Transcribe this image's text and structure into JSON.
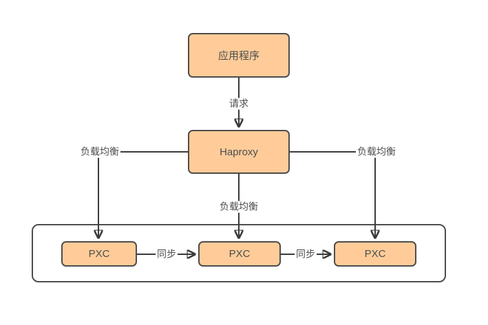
{
  "colors": {
    "node_fill": "#FFCC99",
    "node_border": "#4D4D4D",
    "line": "#3A3A3A",
    "label_text": "#4D4D4D",
    "background": "#FFFFFF"
  },
  "nodes": {
    "application": {
      "label": "应用程序"
    },
    "haproxy": {
      "label": "Haproxy"
    },
    "pxc_left": {
      "label": "PXC"
    },
    "pxc_center": {
      "label": "PXC"
    },
    "pxc_right": {
      "label": "PXC"
    }
  },
  "edges": {
    "request": {
      "label": "请求"
    },
    "lb_left": {
      "label": "负载均衡"
    },
    "lb_center": {
      "label": "负载均衡"
    },
    "lb_right": {
      "label": "负载均衡"
    },
    "sync_left_center": {
      "label": "同步"
    },
    "sync_center_right": {
      "label": "同步"
    }
  }
}
